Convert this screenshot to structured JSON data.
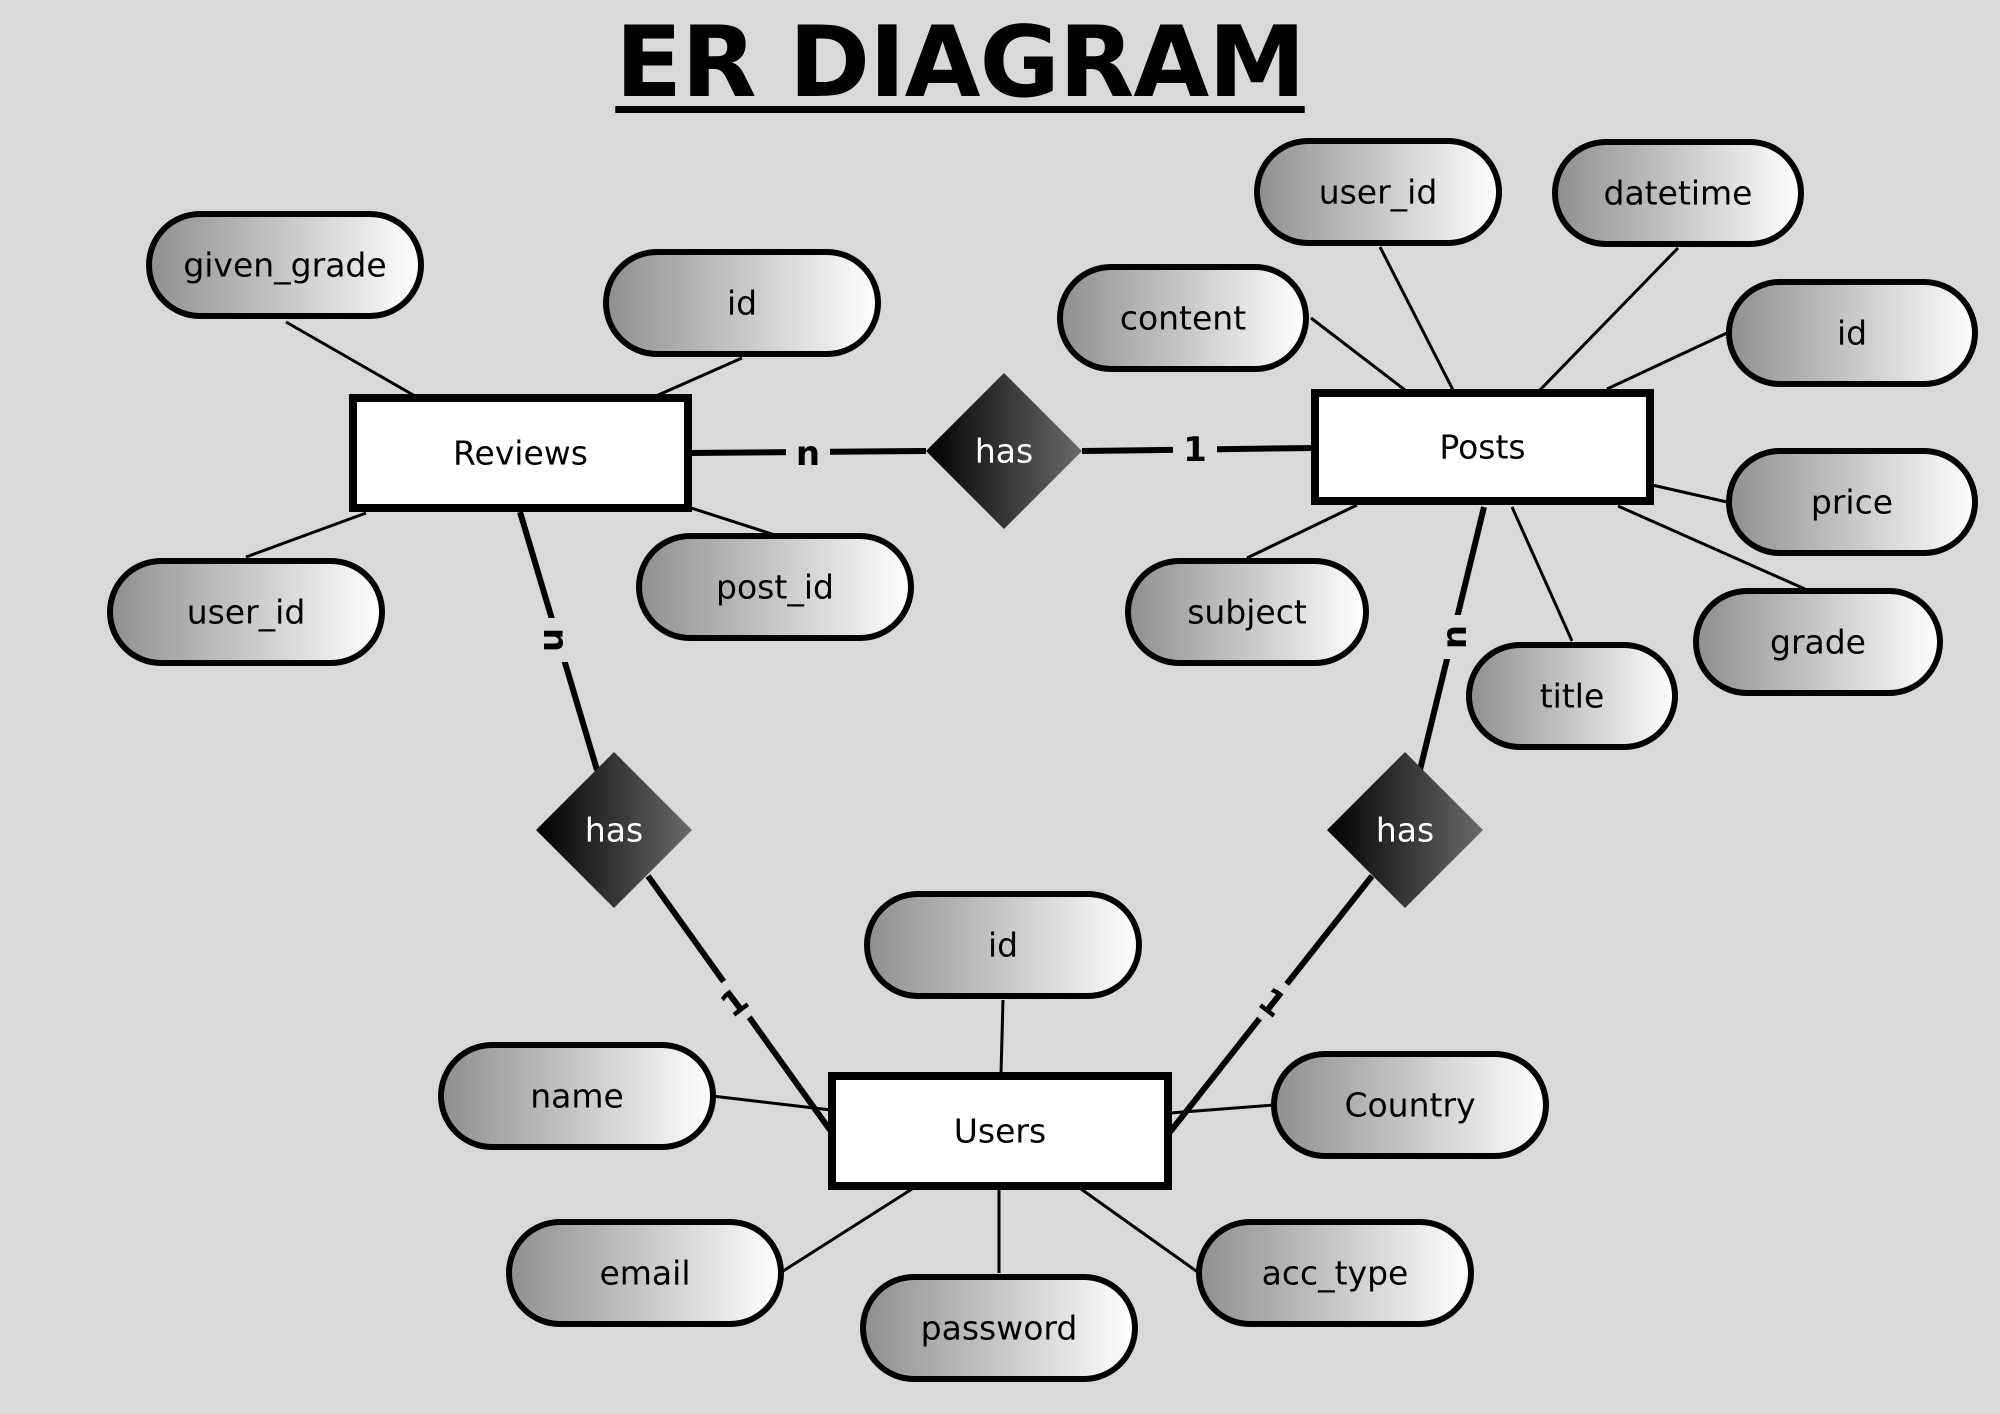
{
  "title": "ER DIAGRAM",
  "entities": [
    {
      "id": "reviews",
      "label": "Reviews"
    },
    {
      "id": "posts",
      "label": "Posts"
    },
    {
      "id": "users",
      "label": "Users"
    }
  ],
  "relationships": [
    {
      "id": "rel-reviews-posts",
      "label": "has",
      "between": [
        "reviews",
        "posts"
      ],
      "cardinality": [
        "n",
        "1"
      ]
    },
    {
      "id": "rel-reviews-users",
      "label": "has",
      "between": [
        "reviews",
        "users"
      ],
      "cardinality": [
        "n",
        "1"
      ]
    },
    {
      "id": "rel-posts-users",
      "label": "has",
      "between": [
        "posts",
        "users"
      ],
      "cardinality": [
        "n",
        "1"
      ]
    }
  ],
  "attributes": {
    "reviews": [
      "given_grade",
      "id",
      "user_id",
      "post_id"
    ],
    "posts": [
      "user_id",
      "datetime",
      "content",
      "id",
      "price",
      "subject",
      "grade",
      "title"
    ],
    "users": [
      "id",
      "name",
      "Country",
      "email",
      "password",
      "acc_type"
    ]
  },
  "colors": {
    "background": "#d9d9d9",
    "line": "#000000",
    "entity_fill": "#ffffff",
    "attribute_gradient": [
      "#8f8f8f",
      "#ffffff"
    ],
    "relationship_gradient": [
      "#000000",
      "#6a6a6a"
    ],
    "relationship_text": "#ffffff"
  }
}
